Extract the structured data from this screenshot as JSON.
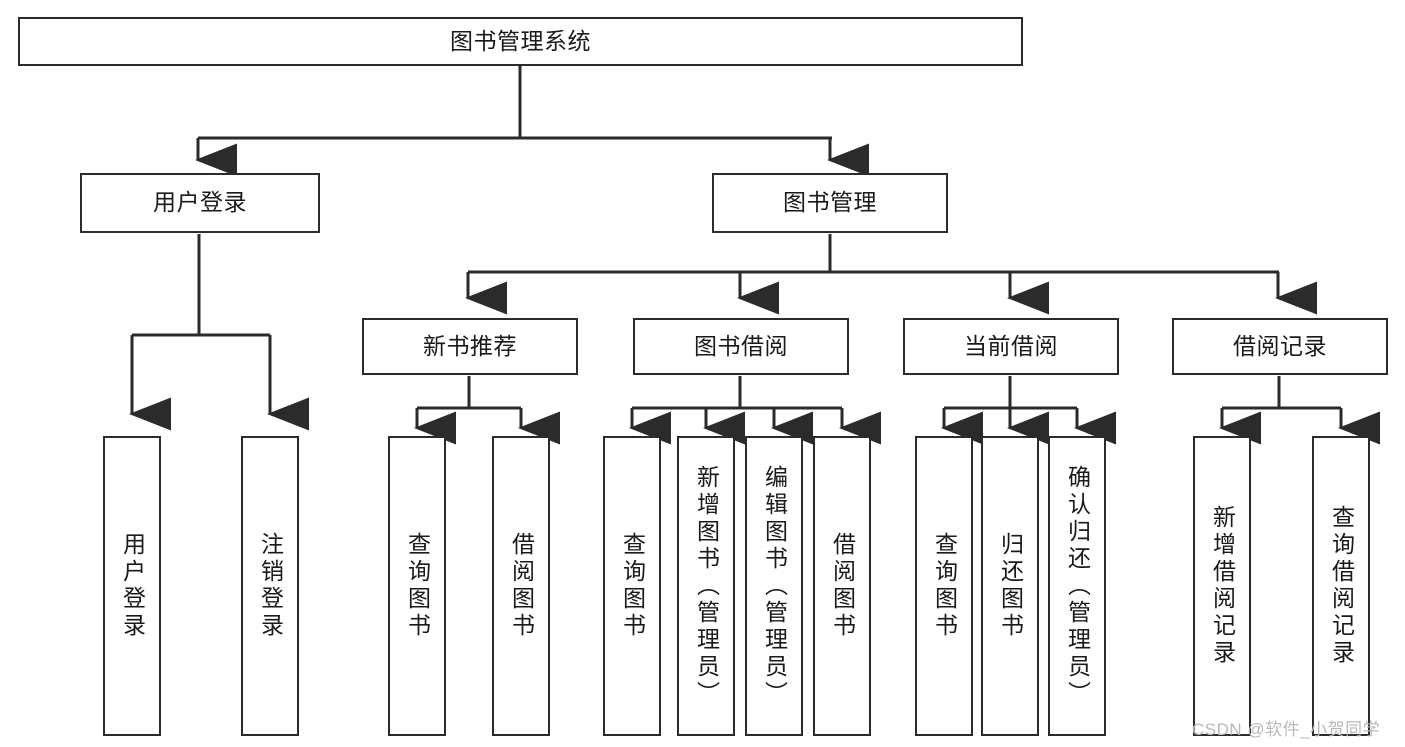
{
  "diagram": {
    "title": "图书管理系统",
    "type": "tree-hierarchy",
    "root": {
      "label": "图书管理系统"
    },
    "level2": [
      {
        "label": "用户登录"
      },
      {
        "label": "图书管理"
      }
    ],
    "level3": [
      {
        "label": "新书推荐"
      },
      {
        "label": "图书借阅"
      },
      {
        "label": "当前借阅"
      },
      {
        "label": "借阅记录"
      }
    ],
    "leaves": {
      "user_login": [
        {
          "label": "用户登录"
        },
        {
          "label": "注销登录"
        }
      ],
      "new_book_recommend": [
        {
          "label": "查询图书"
        },
        {
          "label": "借阅图书"
        }
      ],
      "book_borrow": [
        {
          "label": "查询图书"
        },
        {
          "label": "新增图书（管理员）"
        },
        {
          "label": "编辑图书（管理员）"
        },
        {
          "label": "借阅图书"
        }
      ],
      "current_borrow": [
        {
          "label": "查询图书"
        },
        {
          "label": "归还图书"
        },
        {
          "label": "确认归还（管理员）"
        }
      ],
      "borrow_records": [
        {
          "label": "新增借阅记录"
        },
        {
          "label": "查询借阅记录"
        }
      ]
    }
  },
  "watermark": {
    "text": "CSDN @软件_小贺同学"
  },
  "colors": {
    "border": "#2b2b2b",
    "background": "#ffffff",
    "text": "#1a1a1a",
    "watermark": "#b9b9b9"
  }
}
